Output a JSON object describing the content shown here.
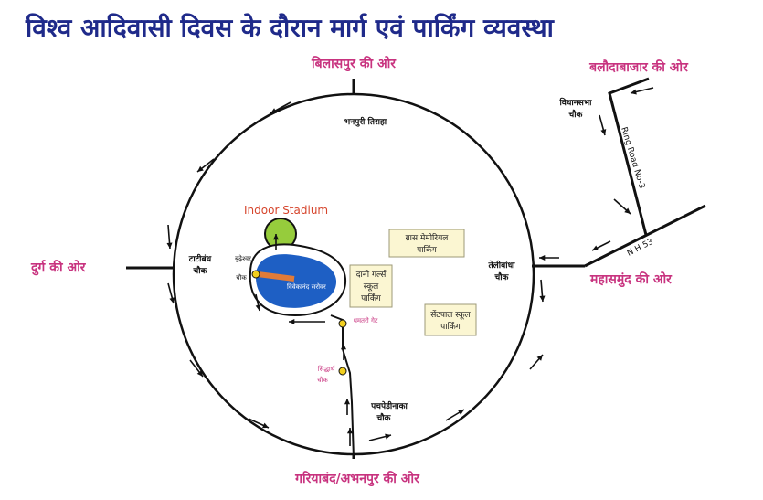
{
  "title": "विश्व आदिवासी दिवस के दौरान मार्ग एवं पार्किंग व्यवस्था",
  "directions": {
    "north": "बिलासपुर की ओर",
    "northeast": "बलौदाबाजार की ओर",
    "west": "दुर्ग की ओर",
    "east": "महासमुंद की ओर",
    "south": "गरियाबंद/अभनपुर की ओर"
  },
  "chowks": {
    "bhanpuri": "भनपुरी तिराहा",
    "vidhansabha_line1": "विधानसभा",
    "vidhansabha_line2": "चौक",
    "tatibandh_line1": "टाटीबंध",
    "tatibandh_line2": "चौक",
    "telibandha_line1": "तेलीबांधा",
    "telibandha_line2": "चौक",
    "pachpedinaka_line1": "पचपेडीनाका",
    "pachpedinaka_line2": "चौक",
    "budheshwar_line1": "बुढ़ेश्वर",
    "budheshwar_line2": "चौक",
    "dhamtari_gate": "धमतरी गेट",
    "siddharth_line1": "सिद्धार्थ",
    "siddharth_line2": "चौक"
  },
  "roads": {
    "ring_road": "Ring Road No-3",
    "nh": "N H 53"
  },
  "venues": {
    "stadium": "Indoor Stadium",
    "lake": "विवेकानंद सरोवर"
  },
  "parkings": {
    "gras_line1": "ग्रास मेमोरियल",
    "gras_line2": "पार्किंग",
    "dani_line1": "दानी गर्ल्स",
    "dani_line2": "स्कूल",
    "dani_line3": "पार्किंग",
    "sentpaul_line1": "सेंटपाल स्कूल",
    "sentpaul_line2": "पार्किंग"
  },
  "colors": {
    "title": "#1f2a8a",
    "direction": "#c8337f",
    "parking_fill": "#fbf6d2",
    "stadium_green": "#96cc3c",
    "lake_blue": "#1e5fc4",
    "pier_orange": "#e07b39",
    "stadium_label": "#d6452c",
    "small_red": "#c8337f",
    "node_yellow": "#f2cf1f"
  }
}
